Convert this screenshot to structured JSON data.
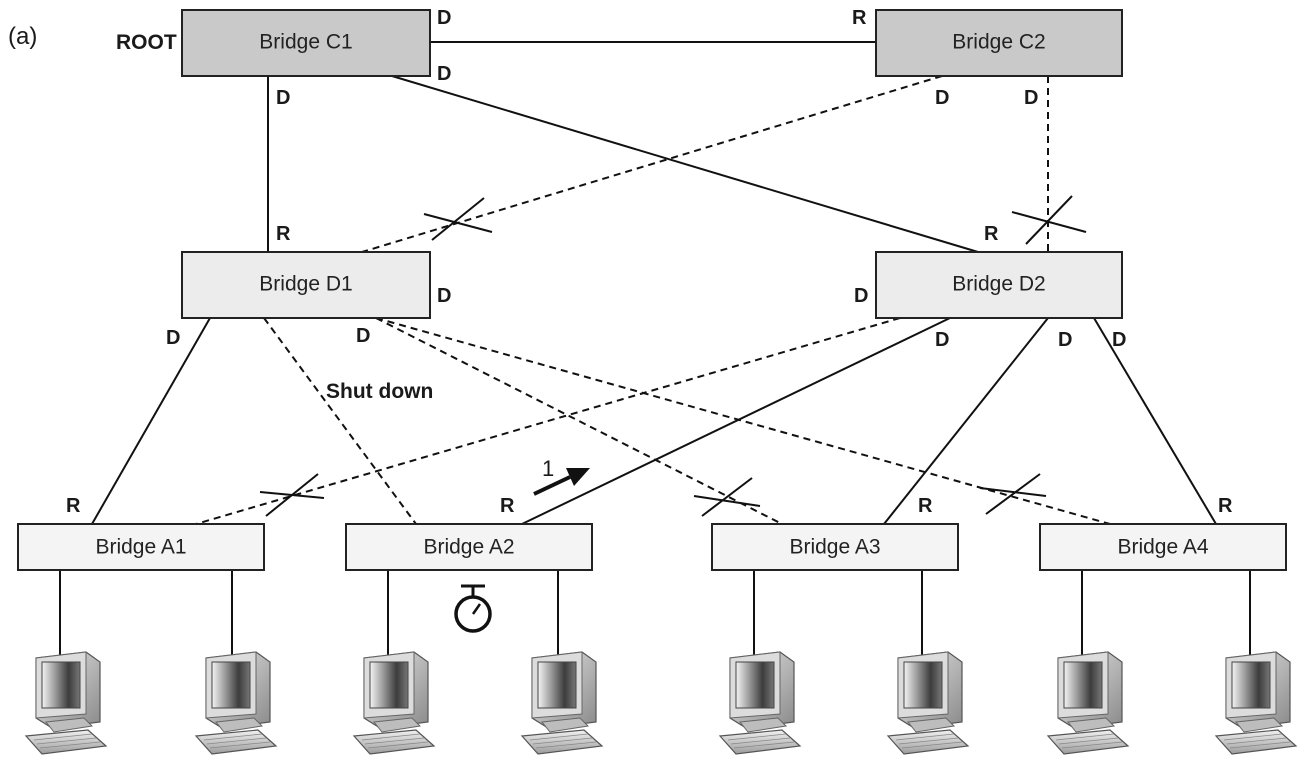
{
  "figure_label": "(a)",
  "root_label": "ROOT",
  "shutdown_label": "Shut down",
  "arrow_label": "1",
  "colors": {
    "core_fill": "#c9c9c9",
    "dist_fill": "#ececec",
    "access_fill": "#f4f4f4",
    "line": "#111111"
  },
  "bridges": {
    "c1": "Bridge C1",
    "c2": "Bridge C2",
    "d1": "Bridge D1",
    "d2": "Bridge D2",
    "a1": "Bridge  A1",
    "a2": "Bridge A2",
    "a3": "Bridge A3",
    "a4": "Bridge A4"
  },
  "port_roles": {
    "designated": "D",
    "root": "R"
  },
  "links": [
    {
      "from": "Bridge C1",
      "to": "Bridge C2",
      "state": "active"
    },
    {
      "from": "Bridge C1",
      "to": "Bridge D1",
      "state": "active"
    },
    {
      "from": "Bridge C1",
      "to": "Bridge D2",
      "state": "active"
    },
    {
      "from": "Bridge C2",
      "to": "Bridge D1",
      "state": "blocked"
    },
    {
      "from": "Bridge C2",
      "to": "Bridge D2",
      "state": "blocked"
    },
    {
      "from": "Bridge D1",
      "to": "Bridge A1",
      "state": "active"
    },
    {
      "from": "Bridge D1",
      "to": "Bridge A2",
      "state": "shut down"
    },
    {
      "from": "Bridge D1",
      "to": "Bridge A3",
      "state": "blocked"
    },
    {
      "from": "Bridge D1",
      "to": "Bridge A4",
      "state": "blocked"
    },
    {
      "from": "Bridge D2",
      "to": "Bridge A1",
      "state": "blocked"
    },
    {
      "from": "Bridge D2",
      "to": "Bridge A2",
      "state": "active"
    },
    {
      "from": "Bridge D2",
      "to": "Bridge A3",
      "state": "active"
    },
    {
      "from": "Bridge D2",
      "to": "Bridge A4",
      "state": "active"
    }
  ],
  "icons": {
    "timer": "stopwatch-icon",
    "host": "computer-icon"
  }
}
